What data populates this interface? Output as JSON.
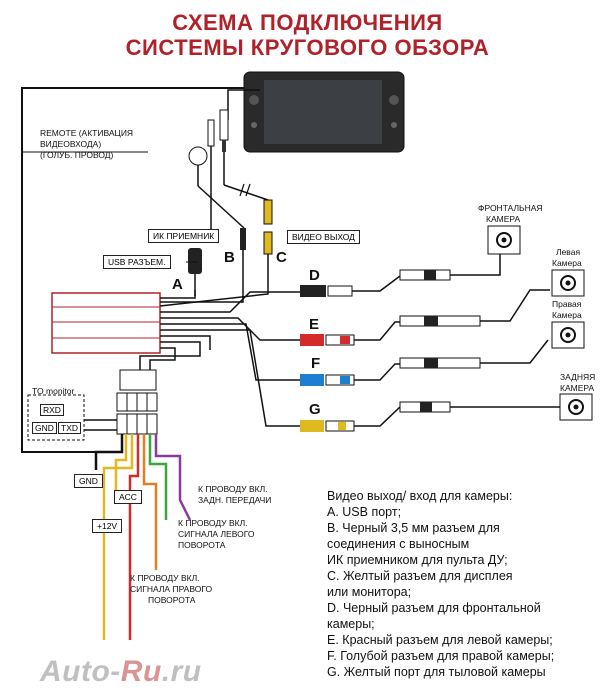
{
  "title": {
    "line1": "СХЕМА ПОДКЛЮЧЕНИЯ",
    "line2": "СИСТЕМЫ КРУГОВОГО ОБЗОРА"
  },
  "labels": {
    "remote": [
      "REMOTE (АКТИВАЦИЯ",
      "ВИДЕОВХОДА)",
      "(ГОЛУБ. ПРОВОД)"
    ],
    "ir_receiver": "ИК ПРИЕМНИК",
    "usb": "USB РАЗЪЕМ.",
    "video_out": "ВИДЕО ВЫХОД",
    "to_monitor": "TO monitor",
    "rxd": "RXD",
    "gnd_small": "GND",
    "txd": "TXD",
    "gnd": "GND",
    "acc": "ACC",
    "v12": "+12V",
    "reverse": [
      "К ПРОВОДУ ВКЛ.",
      "ЗАДН. ПЕРЕДАЧИ"
    ],
    "left_turn": [
      "К ПРОВОДУ ВКЛ.",
      "СИГНАЛА ЛЕВОГО",
      "ПОВОРОТА"
    ],
    "right_turn": [
      "К ПРОВОДУ ВКЛ.",
      "СИГНАЛА ПРАВОГО",
      "ПОВОРОТА"
    ],
    "front_cam": [
      "ФРОНТАЛЬНАЯ",
      "КАМЕРА"
    ],
    "left_cam": [
      "Левая",
      "Камера"
    ],
    "right_cam": [
      "Правая",
      "Камера"
    ],
    "rear_cam": [
      "ЗАДНЯЯ",
      "КАМЕРА"
    ]
  },
  "letters": {
    "A": "A",
    "B": "B",
    "C": "C",
    "D": "D",
    "E": "E",
    "F": "F",
    "G": "G"
  },
  "legend": {
    "heading": "Видео выход/ вход для камеры:",
    "lines": [
      "A. USB порт;",
      "B. Черный 3,5 мм разъем для",
      "    соединения с выносным",
      "    ИК приемником для пульта ДУ;",
      "C. Желтый разъем для дисплея",
      "    или монитора;",
      "D. Черный разъем для фронтальной",
      "    камеры;",
      "E. Красный разъем для левой камеры;",
      "F.  Голубой разъем для правой камеры;",
      "G. Желтый порт для тыловой камеры"
    ]
  },
  "watermark": {
    "part1": "Auto-",
    "part2": "Ru",
    "part3": ".ru"
  },
  "colors": {
    "title": "#b0222a",
    "wire": "#111111",
    "module": "#b0222a",
    "red": "#d42a2a",
    "blue": "#1e7fd0",
    "yellow": "#f0c020",
    "green": "#3aa53a",
    "orange": "#e08020",
    "purple": "#8a3a9a"
  }
}
